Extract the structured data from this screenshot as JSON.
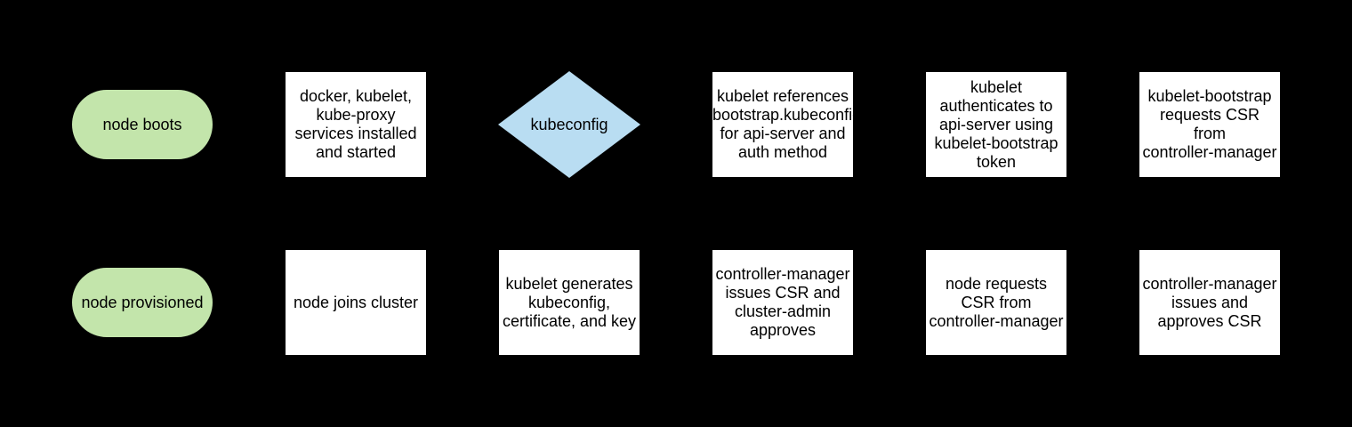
{
  "canvas": {
    "background_color": "#000000",
    "text_color": "#000000"
  },
  "shape_colors": {
    "terminator_fill": "#c3e5ab",
    "process_fill": "#ffffff",
    "decision_fill": "#b9ddf2"
  },
  "flowchart": {
    "rows": [
      {
        "name": "top-row",
        "nodes": [
          {
            "id": "node-boots",
            "type": "terminator",
            "label": "node boots"
          },
          {
            "id": "services-installed",
            "type": "process",
            "label": "docker, kubelet,\nkube-proxy\nservices installed\nand started"
          },
          {
            "id": "kubeconfig-decision",
            "type": "decision",
            "label": "kubeconfig"
          },
          {
            "id": "kubelet-references-bootstrap-kubeconfig",
            "type": "process",
            "label": "kubelet references\nbootstrap.kubeconfig\nfor api-server and\nauth method"
          },
          {
            "id": "kubelet-authenticates",
            "type": "process",
            "label": "kubelet\nauthenticates to\napi-server using\nkubelet-bootstrap\ntoken"
          },
          {
            "id": "kubelet-bootstrap-requests-csr",
            "type": "process",
            "label": "kubelet-bootstrap\nrequests CSR\nfrom\ncontroller-manager"
          }
        ]
      },
      {
        "name": "bottom-row",
        "nodes": [
          {
            "id": "node-provisioned",
            "type": "terminator",
            "label": "node provisioned"
          },
          {
            "id": "node-joins-cluster",
            "type": "process",
            "label": "node joins cluster"
          },
          {
            "id": "kubelet-generates-kubeconfig",
            "type": "process",
            "label": "kubelet generates\nkubeconfig,\ncertificate, and key"
          },
          {
            "id": "controller-manager-issues-csr-cluster-admin-approves",
            "type": "process",
            "label": "controller-manager\nissues CSR and\ncluster-admin\napproves"
          },
          {
            "id": "node-requests-csr",
            "type": "process",
            "label": "node requests\nCSR from\ncontroller-manager"
          },
          {
            "id": "controller-manager-issues-approves-csr",
            "type": "process",
            "label": "controller-manager\nissues and\napproves CSR"
          }
        ]
      }
    ]
  }
}
